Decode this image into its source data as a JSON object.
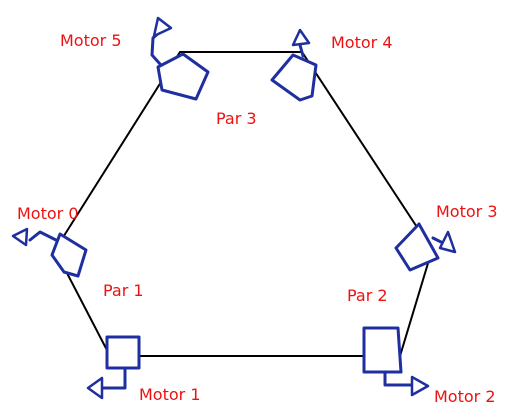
{
  "motors": [
    {
      "label": "Motor 0"
    },
    {
      "label": "Motor 1"
    },
    {
      "label": "Motor 2"
    },
    {
      "label": "Motor 3"
    },
    {
      "label": "Motor 4"
    },
    {
      "label": "Motor 5"
    }
  ],
  "pairs": [
    {
      "label": "Par 1"
    },
    {
      "label": "Par 2"
    },
    {
      "label": "Par 3"
    }
  ],
  "colors": {
    "label_red": "#ee1111",
    "motor_blue": "#1f2fa0",
    "frame_black": "#000000"
  }
}
